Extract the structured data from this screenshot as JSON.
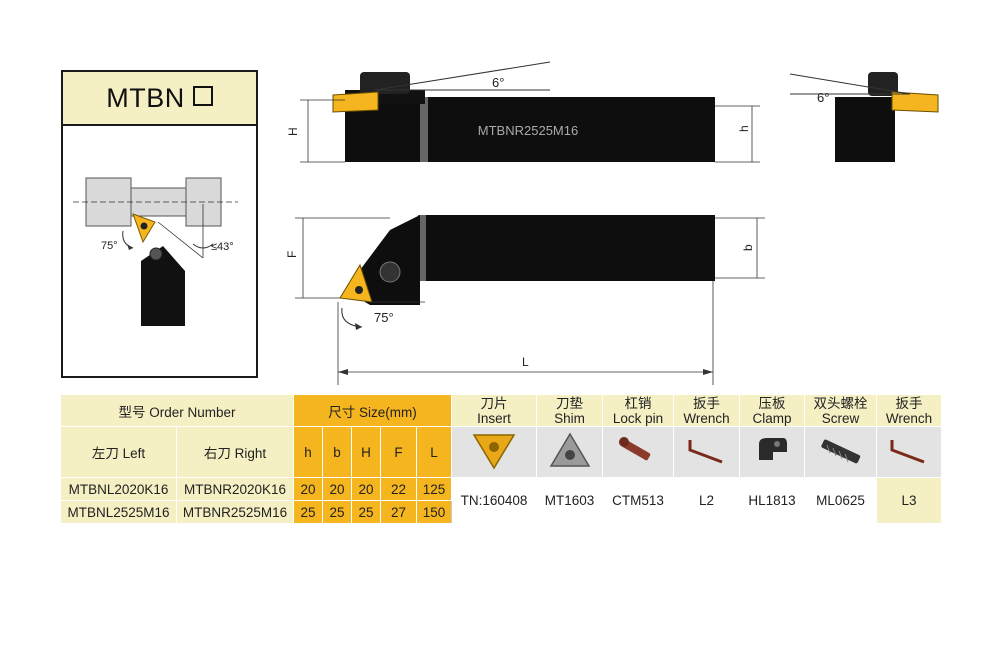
{
  "model_title": "MTBN",
  "top_view": {
    "angle_left": "6°",
    "angle_right": "6°",
    "dim_H": "H",
    "dim_h": "h",
    "holder_label": "MTBNR2525M16"
  },
  "plan_view": {
    "dim_F": "F",
    "dim_b": "b",
    "dim_L": "L",
    "angle": "75°"
  },
  "sketch": {
    "angle_75": "75°",
    "angle_43": "≤43°"
  },
  "table": {
    "order_number": "型号 Order Number",
    "left": "左刀 Left",
    "right": "右刀 Right",
    "size": "尺寸 Size(mm)",
    "dims": [
      "h",
      "b",
      "H",
      "F",
      "L"
    ],
    "parts": [
      {
        "cn": "刀片",
        "en": "Insert",
        "value": "TN:160408",
        "icon": "insert-icon"
      },
      {
        "cn": "刀垫",
        "en": "Shim",
        "value": "MT1603",
        "icon": "shim-icon"
      },
      {
        "cn": "杠销",
        "en": "Lock pin",
        "value": "CTM513",
        "icon": "lock-pin-icon"
      },
      {
        "cn": "扳手",
        "en": "Wrench",
        "value": "L2",
        "icon": "wrench-icon"
      },
      {
        "cn": "压板",
        "en": "Clamp",
        "value": "HL1813",
        "icon": "clamp-icon"
      },
      {
        "cn": "双头螺栓",
        "en": "Screw",
        "value": "ML0625",
        "icon": "screw-icon"
      },
      {
        "cn": "扳手",
        "en": "Wrench",
        "value": "L3",
        "icon": "wrench-icon"
      }
    ],
    "rows": [
      {
        "left": "MTBNL2020K16",
        "right": "MTBNR2020K16",
        "h": "20",
        "b": "20",
        "H": "20",
        "F": "22",
        "L": "125"
      },
      {
        "left": "MTBNL2525M16",
        "right": "MTBNR2525M16",
        "h": "25",
        "b": "25",
        "H": "25",
        "F": "27",
        "L": "150"
      }
    ]
  }
}
